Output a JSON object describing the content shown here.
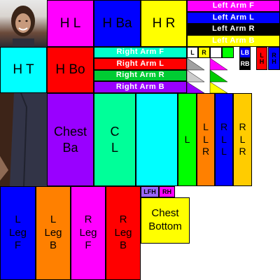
{
  "colors": {
    "magenta": "#ff00ff",
    "blue": "#0000ff",
    "yellow": "#ffff00",
    "cyan": "#00ffff",
    "red": "#ff0000",
    "purple": "#9900ff",
    "green": "#00ff99",
    "lime": "#00ff00",
    "orange": "#ff8000",
    "amber": "#ffcc00"
  },
  "head": {
    "left": "H L",
    "back": "H Ba",
    "right": "H R",
    "top": "H T",
    "bottom": "H Bo"
  },
  "left_arm_strips": [
    "Left Arm F",
    "Left Arm L",
    "Left Arm R",
    "Left Arm B"
  ],
  "right_arm_strips": [
    "Right Arm F",
    "Right Arm L",
    "Right Arm R",
    "Right Arm B"
  ],
  "small_labels": {
    "left_arm_top": "L",
    "right_arm_top": "R",
    "lb": "LB",
    "rb": "RB",
    "lh": "L\nH",
    "rh": "R\nH",
    "lfh": "LFH",
    "rh2": "RH"
  },
  "chest": {
    "back": "Chest\nBa",
    "left": "C\nL",
    "bottom": "Chest\nBottom"
  },
  "arm_columns": {
    "left_front": "L",
    "left_side": "L\nL\nR",
    "right_side": "R\nL\nL",
    "right_front": "R\nL\nR"
  },
  "legs": {
    "left_front": "L\nLeg\nF",
    "left_back": "L\nLeg\nB",
    "right_front": "R\nLeg\nF",
    "right_back": "R\nLeg\nB"
  }
}
